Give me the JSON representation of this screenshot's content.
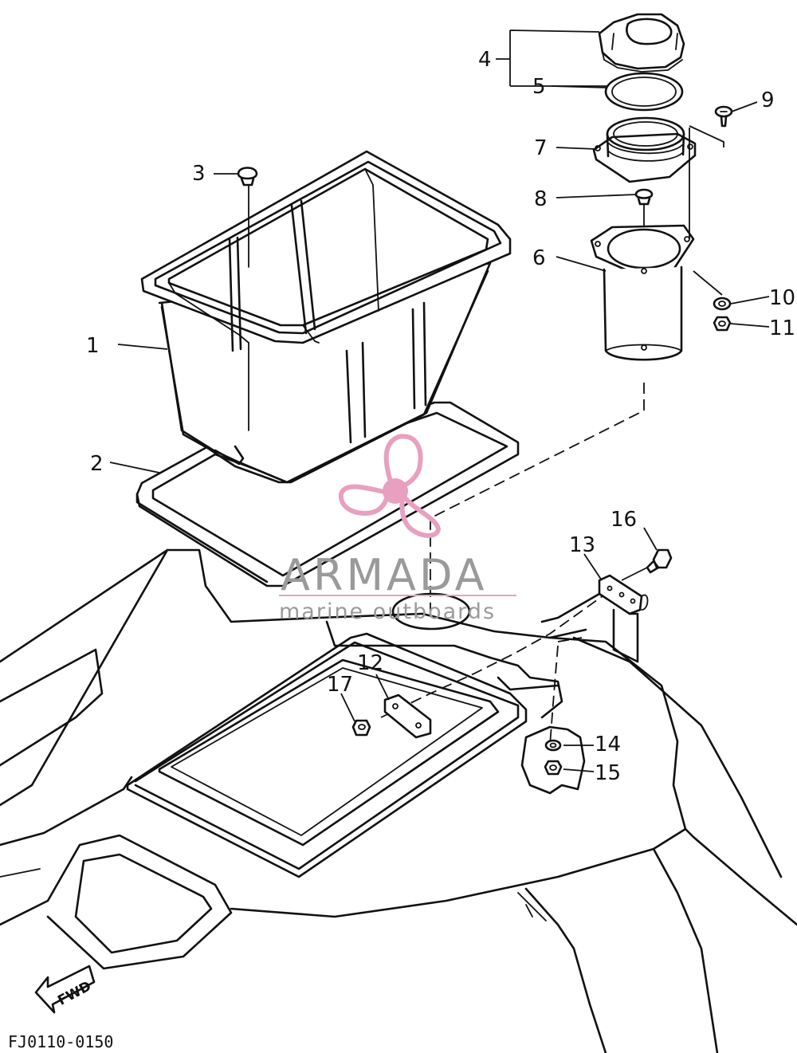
{
  "diagram": {
    "drawing_code": "FJ0110-0150",
    "direction_label": "FWD",
    "callouts": [
      "1",
      "2",
      "3",
      "4",
      "5",
      "6",
      "7",
      "8",
      "9",
      "10",
      "11",
      "12",
      "13",
      "14",
      "15",
      "16",
      "17"
    ]
  },
  "watermark": {
    "brand": "ARMADA",
    "tagline": "marine outboards",
    "brand_color": "#e8a0c0",
    "text_color": "#9a9a9a"
  }
}
